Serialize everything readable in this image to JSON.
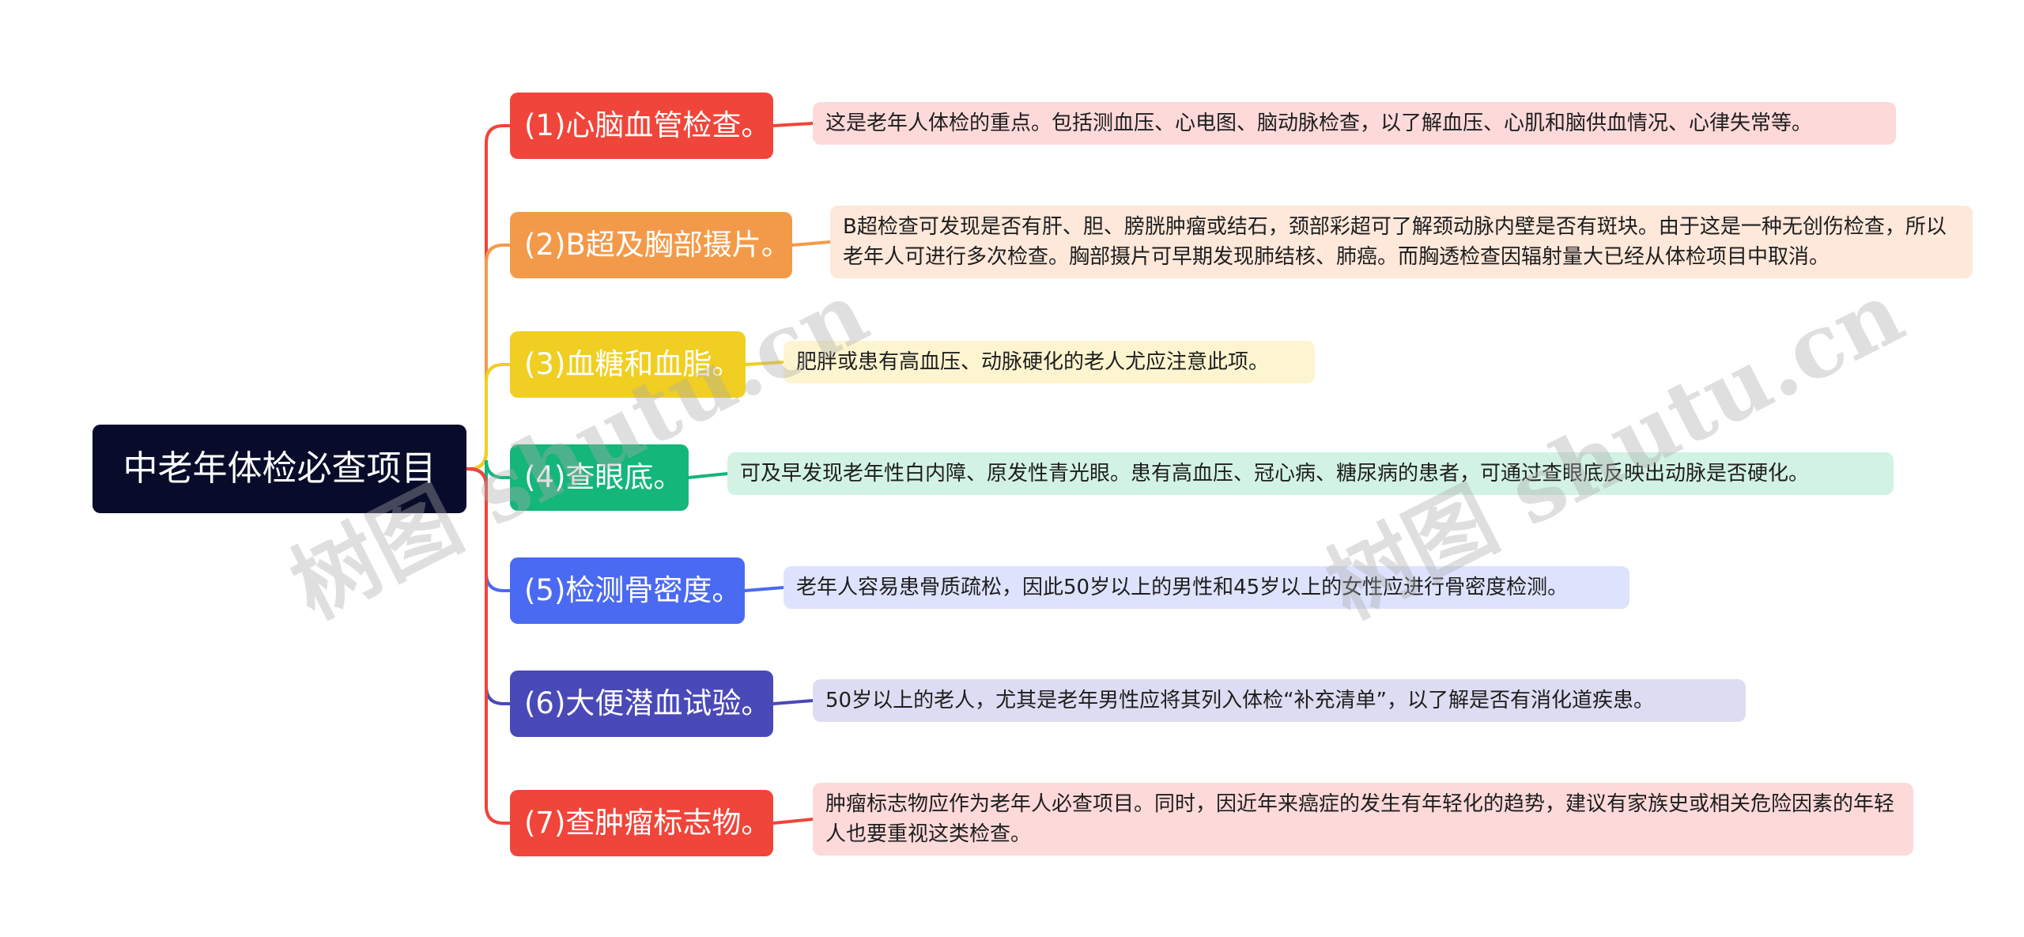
{
  "root": {
    "label": "中老年体检必查项目",
    "color": "#080c2a"
  },
  "branches": [
    {
      "label": "(1)心脑血管检查。",
      "color": "#f0453a",
      "desc_bg": "#fdd9d9",
      "desc": "这是老年人体检的重点。包括测血压、心电图、脑动脉检查，以了解血压、心肌和脑供血情况、心律失常等。"
    },
    {
      "label": "(2)B超及胸部摄片。",
      "color": "#f39a4a",
      "desc_bg": "#fde8da",
      "desc": "B超检查可发现是否有肝、胆、膀胱肿瘤或结石，颈部彩超可了解颈动脉内壁是否有斑块。由于这是一种无创伤检查，所以老年人可进行多次检查。胸部摄片可早期发现肺结核、肺癌。而胸透检查因辐射量大已经从体检项目中取消。"
    },
    {
      "label": "(3)血糖和血脂。",
      "color": "#f0cf22",
      "desc_bg": "#fdf5cf",
      "desc": "肥胖或患有高血压、动脉硬化的老人尤应注意此项。"
    },
    {
      "label": "(4)查眼底。",
      "color": "#14b67a",
      "desc_bg": "#d2f2e4",
      "desc": "可及早发现老年性白内障、原发性青光眼。患有高血压、冠心病、糖尿病的患者，可通过查眼底反映出动脉是否硬化。"
    },
    {
      "label": "(5)检测骨密度。",
      "color": "#4b6af2",
      "desc_bg": "#dde3fc",
      "desc": "老年人容易患骨质疏松，因此50岁以上的男性和45岁以上的女性应进行骨密度检测。"
    },
    {
      "label": "(6)大便潜血试验。",
      "color": "#4a49b8",
      "desc_bg": "#dddcf2",
      "desc": "50岁以上的老人，尤其是老年男性应将其列入体检“补充清单”，以了解是否有消化道疾患。"
    },
    {
      "label": "(7)查肿瘤标志物。",
      "color": "#f0453a",
      "desc_bg": "#fdd9d9",
      "desc": "肿瘤标志物应作为老年人必查项目。同时，因近年来癌症的发生有年轻化的趋势，建议有家族史或相关危险因素的年轻人也要重视这类检查。"
    }
  ],
  "watermark": "树图 shutu.cn"
}
